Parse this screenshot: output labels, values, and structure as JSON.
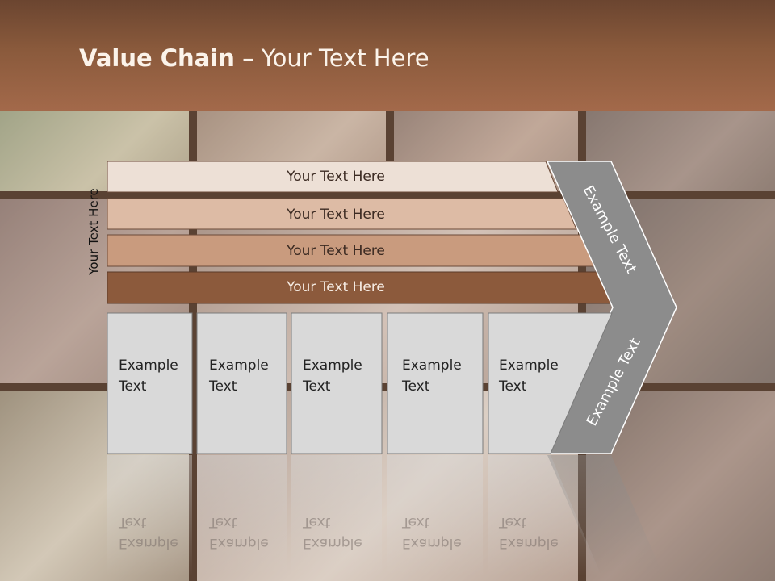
{
  "title": {
    "bold": "Value Chain",
    "rest": " – Your Text Here"
  },
  "side_label": "Your Text Here",
  "bars": [
    {
      "label": "Your Text Here",
      "color": "#ede0d6"
    },
    {
      "label": "Your Text Here",
      "color": "#ddbba5"
    },
    {
      "label": "Your Text Here",
      "color": "#c99b7e"
    },
    {
      "label": "Your Text Here",
      "color": "#8c5a3c"
    }
  ],
  "arrow_top_label": "Example Text",
  "arrow_bottom_label": "Example Text",
  "boxes": [
    {
      "line1": "Example",
      "line2": "Text"
    },
    {
      "line1": "Example",
      "line2": "Text"
    },
    {
      "line1": "Example",
      "line2": "Text"
    },
    {
      "line1": "Example",
      "line2": "Text"
    },
    {
      "line1": "Example",
      "line2": "Text"
    }
  ],
  "colors": {
    "box_fill": "#d9d9d9",
    "arrow_fill": "#8c8c8c",
    "banner": "#8a5a3c"
  }
}
